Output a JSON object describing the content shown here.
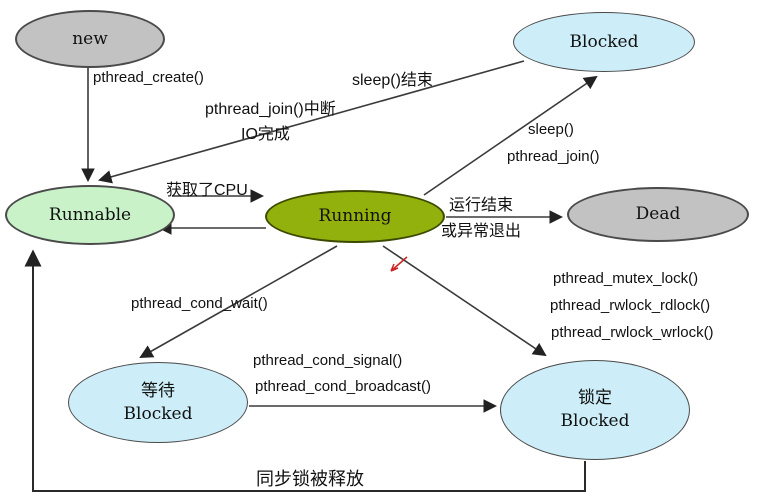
{
  "diagram": {
    "states": {
      "new": {
        "label": "new"
      },
      "blocked_top": {
        "label": "Blocked"
      },
      "runnable": {
        "label": "Runnable"
      },
      "running": {
        "label": "Running"
      },
      "dead": {
        "label": "Dead"
      },
      "wait_blocked": {
        "label_zh": "等待",
        "label_en": "Blocked"
      },
      "lock_blocked": {
        "label_zh": "锁定",
        "label_en": "Blocked"
      }
    },
    "edge_labels": {
      "pthread_create": "pthread_create()",
      "sleep_end": "sleep()结束",
      "pthread_join_interrupt": "pthread_join()中断",
      "io_done": "IO完成",
      "got_cpu": "获取了CPU",
      "sleep": "sleep()",
      "pthread_join": "pthread_join()",
      "run_end": "运行结束",
      "abnormal_exit": "或异常退出",
      "cond_wait": "pthread_cond_wait()",
      "mutex_lock": "pthread_mutex_lock()",
      "rwlock_rdlock": "pthread_rwlock_rdlock()",
      "rwlock_wrlock": "pthread_rwlock_wrlock()",
      "cond_signal": "pthread_cond_signal()",
      "cond_broadcast": "pthread_cond_broadcast()",
      "sync_lock_released": "同步锁被释放"
    },
    "colors": {
      "state_gray": "#c2c2c2",
      "state_cyan": "#cdeef8",
      "state_green": "#c9f2c9",
      "state_olive": "#93b10d",
      "line": "#3a3a3a",
      "cursor_mark": "#cc2222"
    }
  }
}
